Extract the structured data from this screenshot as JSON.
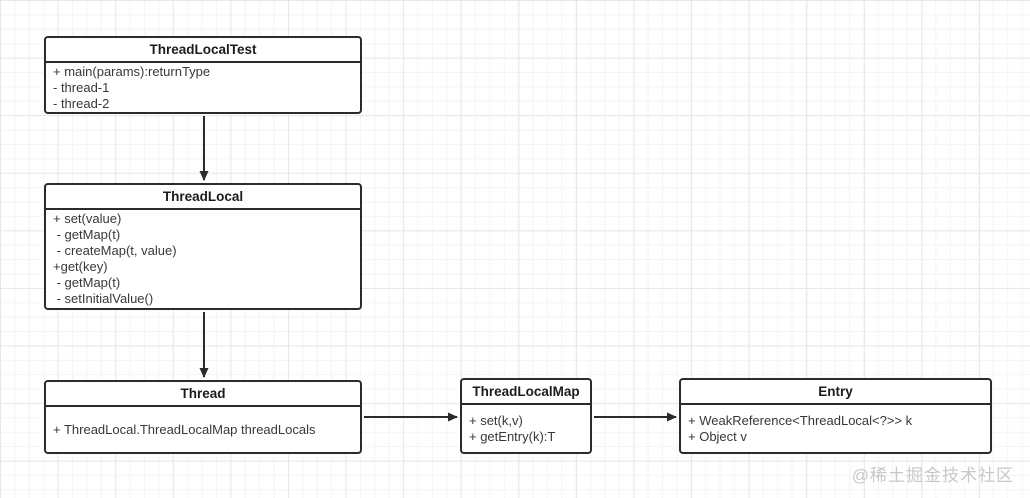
{
  "diagram": {
    "type": "uml-class-diagram",
    "classes": [
      {
        "title": "ThreadLocalTest",
        "members": [
          "+ main(params):returnType",
          "- thread-1",
          "- thread-2"
        ]
      },
      {
        "title": "ThreadLocal",
        "members": [
          "+ set(value)",
          " - getMap(t)",
          " - createMap(t, value)",
          "+get(key)",
          " - getMap(t)",
          " - setInitialValue()"
        ]
      },
      {
        "title": "Thread",
        "members": [
          "+ ThreadLocal.ThreadLocalMap threadLocals"
        ]
      },
      {
        "title": "ThreadLocalMap",
        "members": [
          "+ set(k,v)",
          "+ getEntry(k):T"
        ]
      },
      {
        "title": "Entry",
        "members": [
          "+ WeakReference<ThreadLocal<?>> k",
          "+ Object v"
        ]
      }
    ],
    "relations": [
      {
        "from": "ThreadLocalTest",
        "to": "ThreadLocal",
        "style": "solid-arrow"
      },
      {
        "from": "ThreadLocal",
        "to": "Thread",
        "style": "solid-arrow"
      },
      {
        "from": "Thread",
        "to": "ThreadLocalMap",
        "style": "solid-arrow"
      },
      {
        "from": "ThreadLocalMap",
        "to": "Entry",
        "style": "solid-arrow"
      }
    ],
    "colors": {
      "border": "#2b2b2b",
      "title_text": "#1c1c1c",
      "member_text": "#383838",
      "background": "#ffffff",
      "grid_minor": "#f4f4f4",
      "grid_major": "#e7e7e7",
      "watermark": "#c8c8c8"
    }
  },
  "watermark": {
    "text": "@稀土掘金技术社区"
  }
}
